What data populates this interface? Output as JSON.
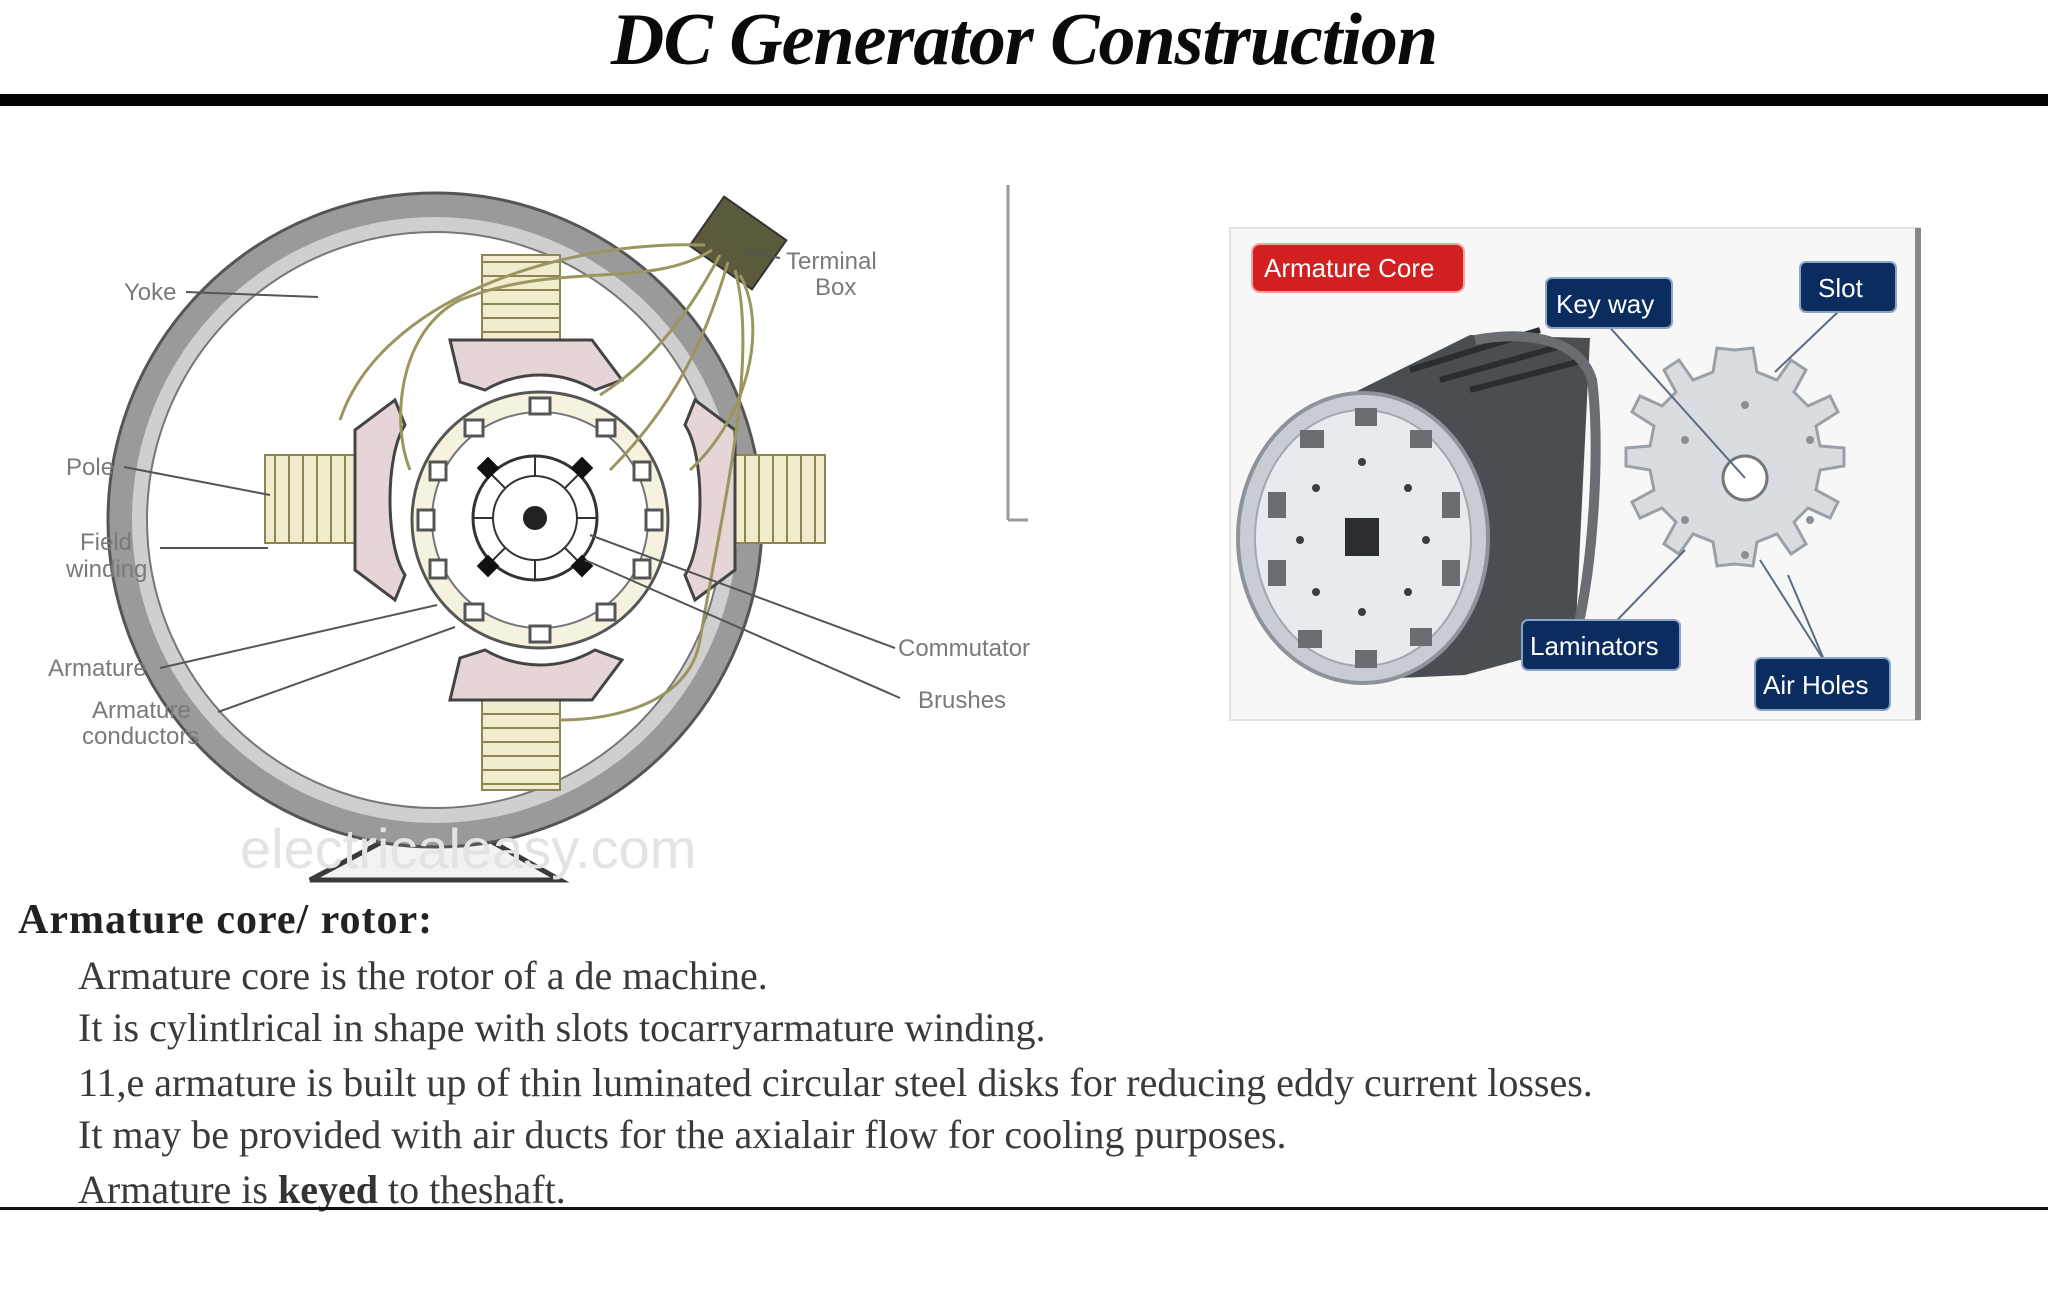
{
  "title": "DC Generator Construction",
  "left_diagram": {
    "labels": {
      "yoke": "Yoke",
      "terminal_box_1": "Terminal",
      "terminal_box_2": "Box",
      "pole": "Pole",
      "field_winding_1": "Field",
      "field_winding_2": "winding",
      "armature": "Armature",
      "armature_conductors_1": "Armature",
      "armature_conductors_2": "conductors",
      "commutator": "Commutator",
      "brushes": "Brushes"
    },
    "watermark": "electricaleasy.com"
  },
  "right_diagram": {
    "labels": {
      "armature_core": "Armature Core",
      "key_way": "Key way",
      "slot": "Slot",
      "laminators": "Laminators",
      "air_holes": "Air Holes"
    },
    "colors": {
      "title_tag": "#d21f1f",
      "label_tag": "#0b2c5e"
    }
  },
  "section": {
    "heading": "Armature core/ rotor:",
    "lines": [
      "Armature core is the rotor of a de machine.",
      "It is cylintlrical  in shape with slots tocarryarmature winding.",
      "11,e armature  is  built up of thin luminated circular  steel disks for reducing eddy current  losses.",
      "It  may be provided  with air ducts for the axialair flow for cooling purposes."
    ],
    "last_line": {
      "before": "Armature is ",
      "keyed": "keyed",
      "after": " to  theshaft."
    }
  }
}
